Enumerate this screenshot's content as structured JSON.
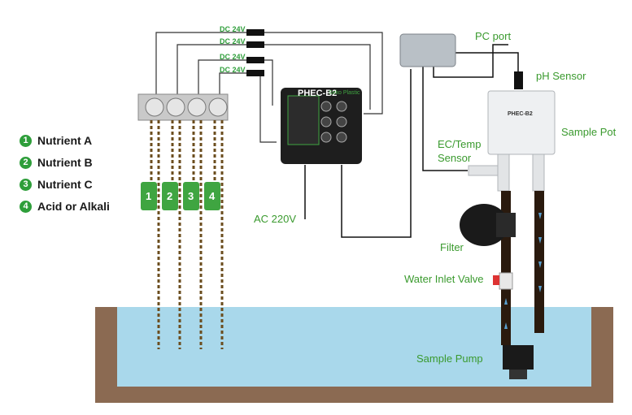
{
  "legend": [
    {
      "num": "1",
      "label": "Nutrient A"
    },
    {
      "num": "2",
      "label": "Nutrient B"
    },
    {
      "num": "3",
      "label": "Nutrient C"
    },
    {
      "num": "4",
      "label": "Acid or Alkali"
    }
  ],
  "power_labels": [
    "DC 24V",
    "DC 24V",
    "DC 24V",
    "DC 24V"
  ],
  "controller": {
    "model": "PHEC-B2",
    "brand": "Seko Plastic"
  },
  "sample_pot_model": "PHEC-B2",
  "labels": {
    "pc_port": "PC port",
    "ph_sensor": "pH Sensor",
    "sample_pot": "Sample Pot",
    "ec_temp_sensor_line1": "EC/Temp",
    "ec_temp_sensor_line2": "Sensor",
    "ac": "AC 220V",
    "filter": "Filter",
    "water_inlet_valve": "Water Inlet Valve",
    "sample_pump": "Sample Pump"
  },
  "bottle_numbers": [
    "1",
    "2",
    "3",
    "4"
  ],
  "colors": {
    "accent_green": "#2e9e3a",
    "water": "#a8d8ea",
    "soil": "#8b6a52"
  }
}
